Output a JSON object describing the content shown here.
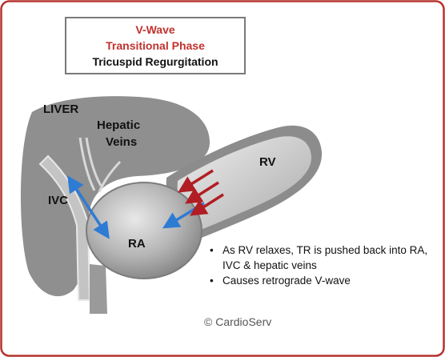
{
  "title": {
    "line1": "V-Wave",
    "line2": "Transitional Phase",
    "line3": "Tricuspid Regurgitation"
  },
  "labels": {
    "liver": "LIVER",
    "hepatic_line1": "Hepatic",
    "hepatic_line2": "Veins",
    "ivc": "IVC",
    "ra": "RA",
    "rv": "RV"
  },
  "notes": [
    "As RV relaxes, TR is pushed back into RA, IVC & hepatic veins",
    "Causes retrograde V-wave"
  ],
  "copyright": "© CardioServ",
  "colors": {
    "frame": "#b5342f",
    "liver": "#8f8f8f",
    "chamber": "#999999",
    "blue_arrow": "#2e7bd4",
    "red_arrow": "#b01e23"
  }
}
